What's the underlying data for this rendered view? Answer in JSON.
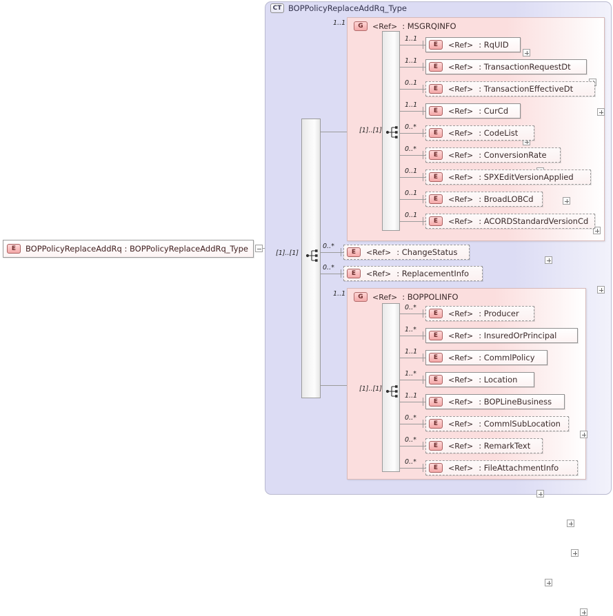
{
  "diagram": {
    "type": "xml-schema-tree",
    "root_element": {
      "kind": "E",
      "label": "BOPPolicyReplaceAddRq : BOPPolicyReplaceAddRq_Type",
      "toggle": "minus"
    },
    "complex_type": {
      "kind": "CT",
      "title": "BOPPolicyReplaceAddRq_Type",
      "compositor": "sequence",
      "compositor_cardinality": "[1]..[1]"
    },
    "children": [
      {
        "node_type": "group",
        "kind": "G",
        "ref": "<Ref>",
        "name": ": MSGRQINFO",
        "cardinality": "1..1",
        "compositor": "sequence",
        "compositor_cardinality": "[1]..[1]",
        "elements": [
          {
            "kind": "E",
            "ref": "<Ref>",
            "name": ": RqUID",
            "cardinality": "1..1",
            "border": "solid",
            "toggle": "plus"
          },
          {
            "kind": "E",
            "ref": "<Ref>",
            "name": ": TransactionRequestDt",
            "cardinality": "1..1",
            "border": "solid",
            "toggle": "plus"
          },
          {
            "kind": "E",
            "ref": "<Ref>",
            "name": ": TransactionEffectiveDt",
            "cardinality": "0..1",
            "border": "dashed",
            "toggle": "plus"
          },
          {
            "kind": "E",
            "ref": "<Ref>",
            "name": ": CurCd",
            "cardinality": "1..1",
            "border": "solid",
            "toggle": "plus"
          },
          {
            "kind": "E",
            "ref": "<Ref>",
            "name": ": CodeList",
            "cardinality": "0..*",
            "border": "dashed",
            "toggle": "plus"
          },
          {
            "kind": "E",
            "ref": "<Ref>",
            "name": ": ConversionRate",
            "cardinality": "0..*",
            "border": "dashed",
            "toggle": "plus"
          },
          {
            "kind": "E",
            "ref": "<Ref>",
            "name": ": SPXEditVersionApplied",
            "cardinality": "0..1",
            "border": "dashed",
            "toggle": "plus"
          },
          {
            "kind": "E",
            "ref": "<Ref>",
            "name": ": BroadLOBCd",
            "cardinality": "0..1",
            "border": "dashed",
            "toggle": "plus"
          },
          {
            "kind": "E",
            "ref": "<Ref>",
            "name": ": ACORDStandardVersionCd",
            "cardinality": "0..1",
            "border": "dashed",
            "toggle": "plus"
          }
        ]
      },
      {
        "node_type": "element",
        "kind": "E",
        "ref": "<Ref>",
        "name": ": ChangeStatus",
        "cardinality": "0..*",
        "border": "dashed",
        "toggle": "plus"
      },
      {
        "node_type": "element",
        "kind": "E",
        "ref": "<Ref>",
        "name": ": ReplacementInfo",
        "cardinality": "0..*",
        "border": "dashed",
        "toggle": "plus"
      },
      {
        "node_type": "group",
        "kind": "G",
        "ref": "<Ref>",
        "name": ": BOPPOLINFO",
        "cardinality": "1..1",
        "compositor": "sequence",
        "compositor_cardinality": "[1]..[1]",
        "elements": [
          {
            "kind": "E",
            "ref": "<Ref>",
            "name": ": Producer",
            "cardinality": "0..*",
            "border": "dashed",
            "toggle": "plus"
          },
          {
            "kind": "E",
            "ref": "<Ref>",
            "name": ": InsuredOrPrincipal",
            "cardinality": "1..*",
            "border": "solid",
            "toggle": "plus"
          },
          {
            "kind": "E",
            "ref": "<Ref>",
            "name": ": CommlPolicy",
            "cardinality": "1..1",
            "border": "solid",
            "toggle": "plus"
          },
          {
            "kind": "E",
            "ref": "<Ref>",
            "name": ": Location",
            "cardinality": "1..*",
            "border": "solid",
            "toggle": "plus"
          },
          {
            "kind": "E",
            "ref": "<Ref>",
            "name": ": BOPLineBusiness",
            "cardinality": "1..1",
            "border": "solid",
            "toggle": "plus"
          },
          {
            "kind": "E",
            "ref": "<Ref>",
            "name": ": CommlSubLocation",
            "cardinality": "0..*",
            "border": "dashed",
            "toggle": "plus"
          },
          {
            "kind": "E",
            "ref": "<Ref>",
            "name": ": RemarkText",
            "cardinality": "0..*",
            "border": "dashed",
            "toggle": "plus"
          },
          {
            "kind": "E",
            "ref": "<Ref>",
            "name": ": FileAttachmentInfo",
            "cardinality": "0..*",
            "border": "dashed",
            "toggle": "plus"
          }
        ]
      }
    ],
    "colors": {
      "complex_type_bg": "#dcdcf4",
      "group_bg": "#fbdede",
      "element_badge": "#f4a9a9",
      "line": "#9a9a9a",
      "border": "#b9b9cf"
    }
  }
}
